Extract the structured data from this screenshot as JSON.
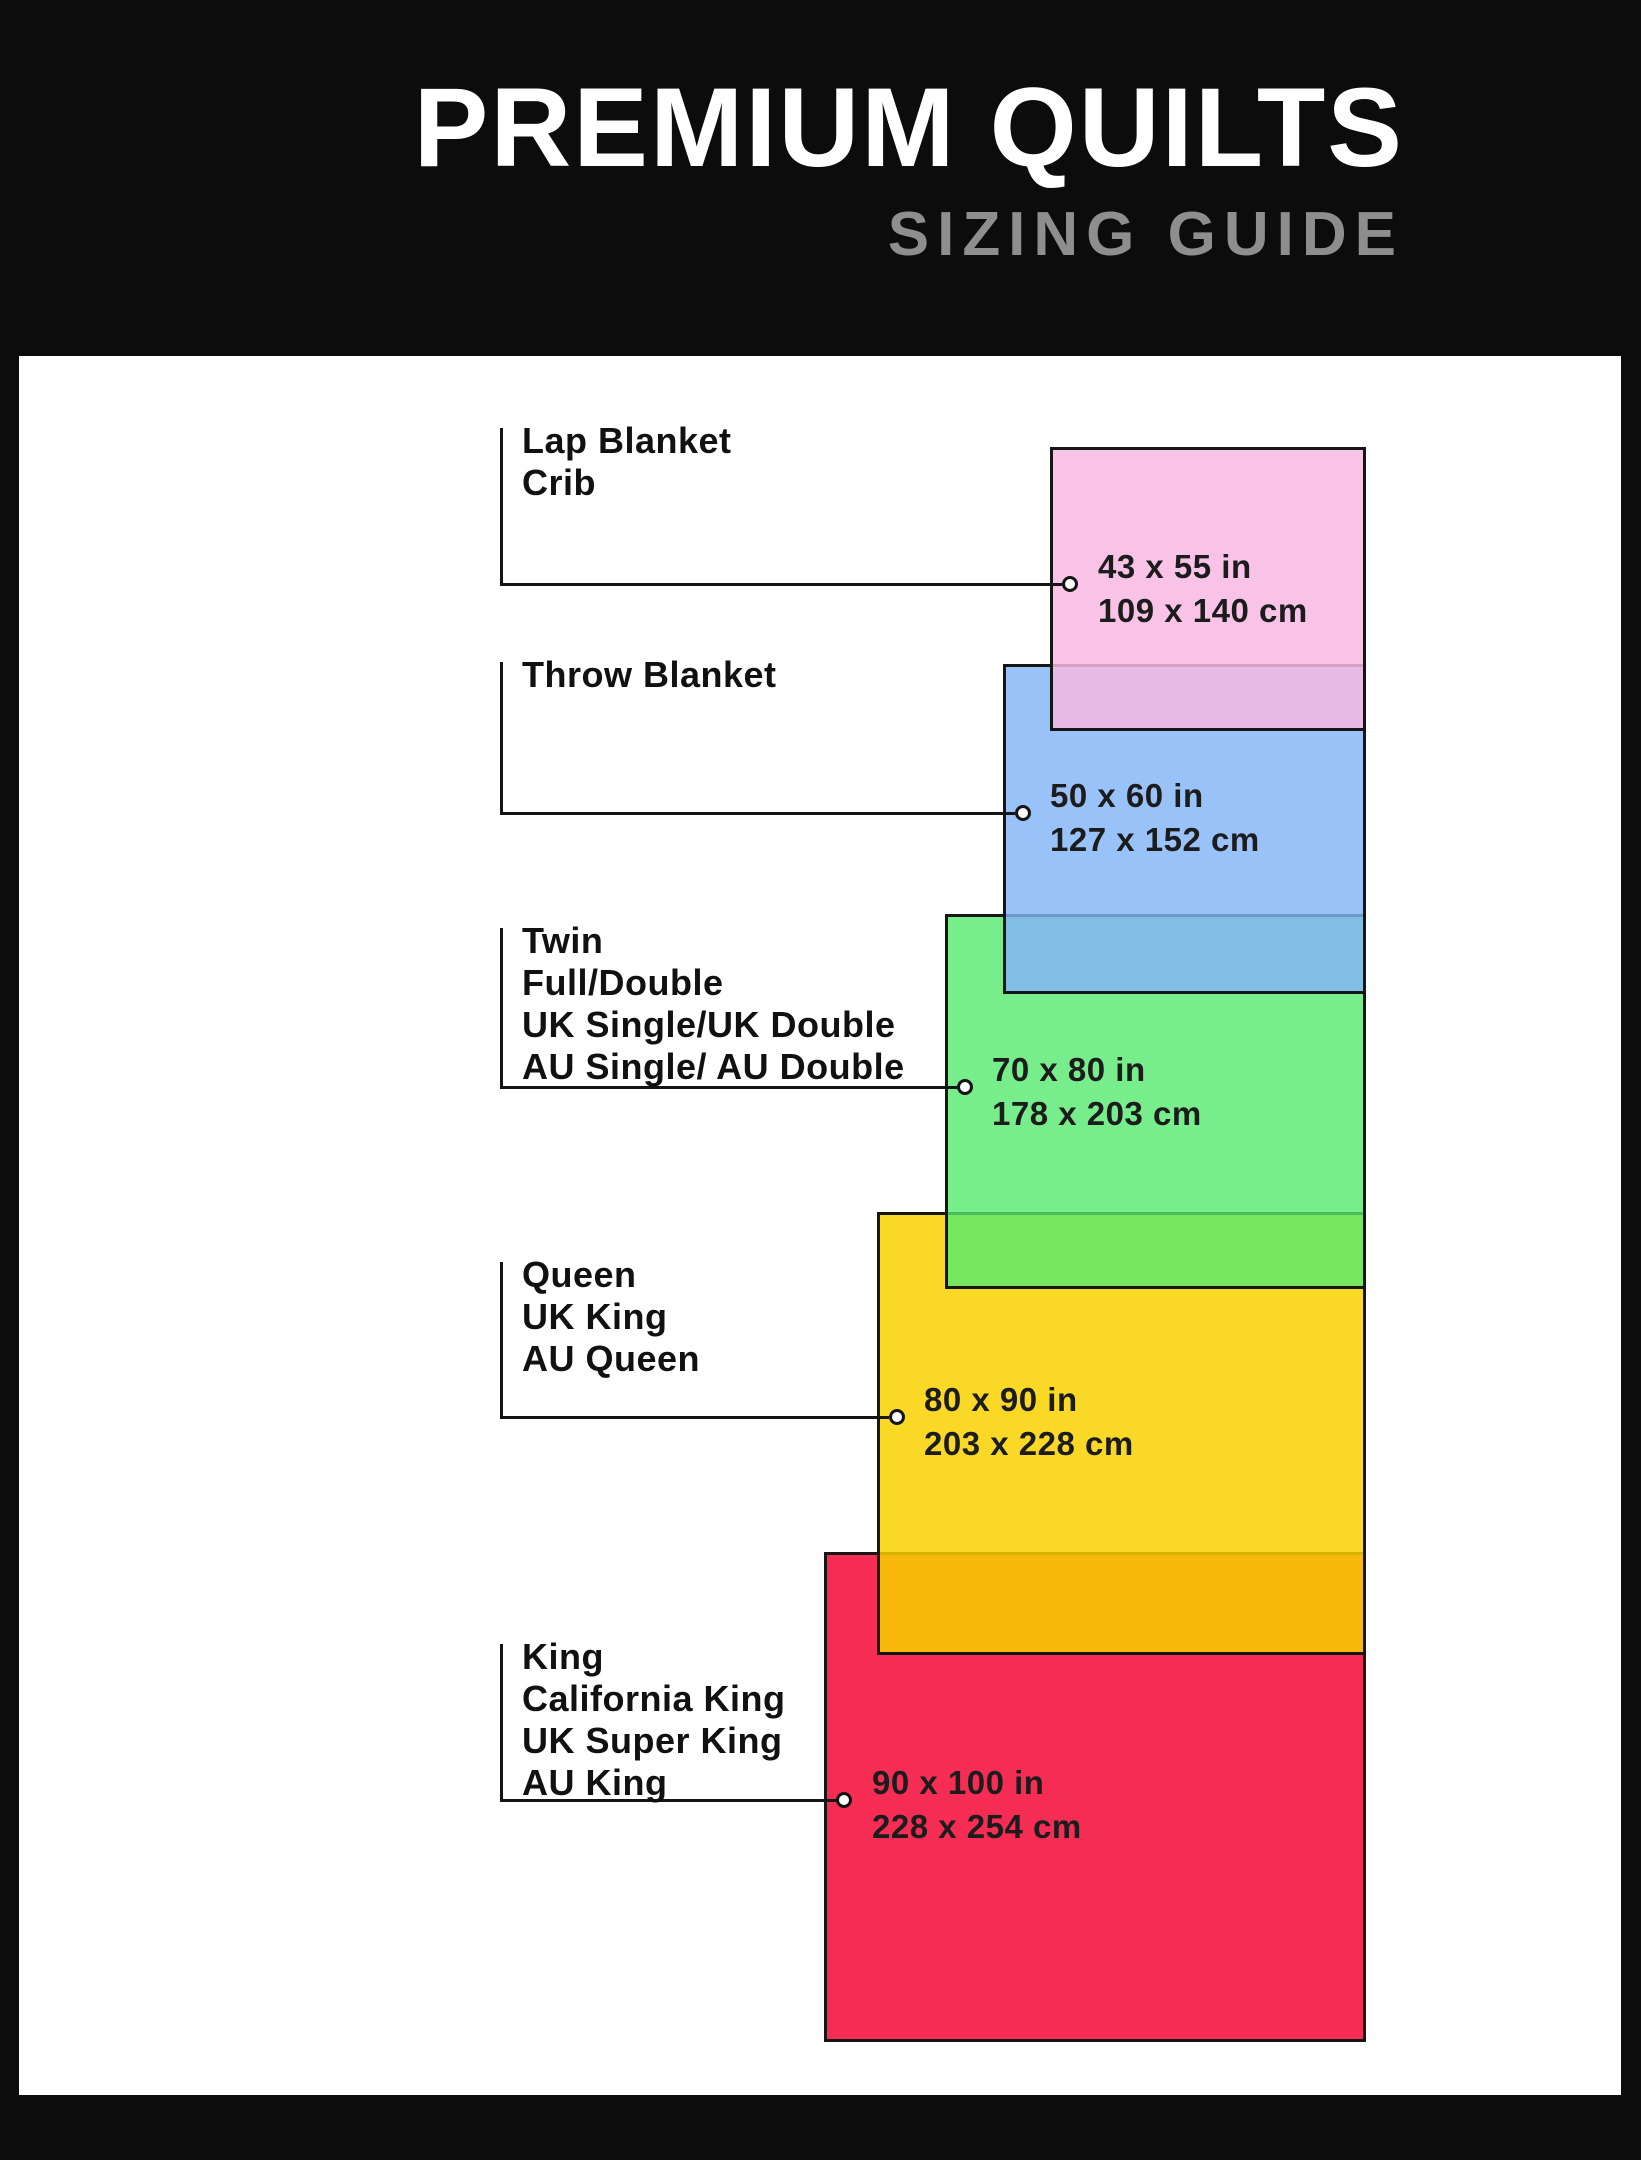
{
  "header": {
    "title": "PREMIUM QUILTS",
    "subtitle": "SIZING GUIDE"
  },
  "colors": {
    "background": "#0c0c0c",
    "panel": "#ffffff",
    "line": "#141414",
    "title": "#ffffff",
    "subtitle": "#8e8e8e"
  },
  "sizes": [
    {
      "name": "lap-blanket-crib",
      "labels": [
        "Lap Blanket",
        "Crib"
      ],
      "inches": "43 x 55 in",
      "cm": "109 x 140 cm",
      "fill": "rgba(248, 185, 228, 0.85)"
    },
    {
      "name": "throw-blanket",
      "labels": [
        "Throw Blanket"
      ],
      "inches": "50 x 60 in",
      "cm": "127 x 152 cm",
      "fill": "rgba(130, 180, 246, 0.82)"
    },
    {
      "name": "twin-full-double",
      "labels": [
        "Twin",
        "Full/Double",
        "UK Single/UK Double",
        "AU Single/ AU Double"
      ],
      "inches": "70 x 80 in",
      "cm": "178 x 203 cm",
      "fill": "rgba(85, 232, 110, 0.8)"
    },
    {
      "name": "queen",
      "labels": [
        "Queen",
        "UK King",
        "AU Queen"
      ],
      "inches": "80 x 90 in",
      "cm": "203 x 228 cm",
      "fill": "rgba(248, 210, 0, 0.85)"
    },
    {
      "name": "king",
      "labels": [
        "King",
        "California King",
        "UK Super King",
        "AU King"
      ],
      "inches": "90 x 100 in",
      "cm": "228 x 254 cm",
      "fill": "rgba(245, 45, 85, 1)"
    }
  ]
}
